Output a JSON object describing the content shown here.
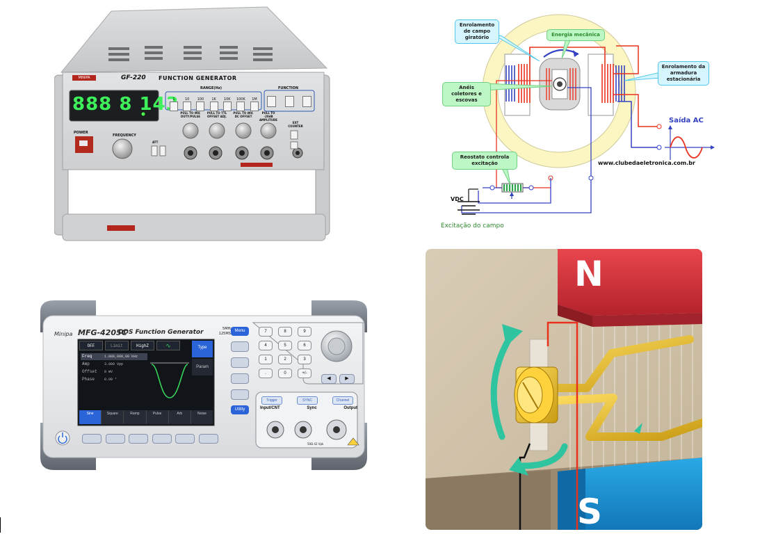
{
  "gf220": {
    "brand": "MINIPA",
    "model": "GF-220",
    "title": "FUNCTION  GENERATOR",
    "display": "888 8 143",
    "range_label": "RANGE(Hz)",
    "range_buttons": [
      "1",
      "10",
      "100",
      "1K",
      "10K",
      "100K",
      "1M"
    ],
    "function_label": "FUNCTION",
    "power_label": "POWER",
    "frequency_label": "FREQUENCY",
    "knob_labels": [
      "PULL TO INV. DUTY/PULSE",
      "PULL TO TTL OFFSET ADJ.",
      "PULL TO INV. DC OFFSET",
      "PULL TO -20dB AMPLITUDE"
    ],
    "att_label": "ATT",
    "ext_label": "EXT COUNTER"
  },
  "alternator": {
    "label_field_winding": "Enrolamento de campo giratório",
    "label_mech_energy": "Energia mecânica",
    "label_armature": "Enrolamento da armadura estacionária",
    "label_slip_rings": "Anéis coletores e escovas",
    "label_ac_out": "Saída AC",
    "label_rheostat": "Reostato controla excitação",
    "label_vdc": "VDC",
    "label_field_exc": "Excitação do campo",
    "website": "www.clubedaeletronica.com.br",
    "colors": {
      "yellow": "#fcf6c2",
      "red": "#e8321e",
      "blue": "#3442c2",
      "green": "#2c8a2c"
    }
  },
  "mfg4205c": {
    "brand": "Minipa",
    "model": "MFG-4205C",
    "title": "DDS Function Generator",
    "spec": "5MHz 125MSa/s",
    "status": [
      "OFF",
      "Limit",
      "HighZ"
    ],
    "params": [
      {
        "name": "Freq",
        "value": "1.000,000,00 kHz"
      },
      {
        "name": "Amp",
        "value": "3.000 Vpp"
      },
      {
        "name": "Offset",
        "value": "0 mV"
      },
      {
        "name": "Phase",
        "value": "0.00 °"
      }
    ],
    "softkeys": [
      "Type",
      "Param"
    ],
    "waves": [
      "Sine",
      "Square",
      "Ramp",
      "Pulse",
      "Arb",
      "Noise"
    ],
    "side_buttons": [
      "Menu",
      "Utility"
    ],
    "keypad": [
      "7",
      "8",
      "9",
      "4",
      "5",
      "6",
      "1",
      "2",
      "3",
      ".",
      "0",
      "+/-"
    ],
    "io_buttons": [
      "Trigger",
      "SYNC",
      "Channel"
    ],
    "io_labels": [
      "Input/CNT",
      "Sync",
      "Output"
    ],
    "footer": "50Ω  42 Vpk"
  },
  "magnet_model": {
    "north": "N",
    "south": "S"
  }
}
